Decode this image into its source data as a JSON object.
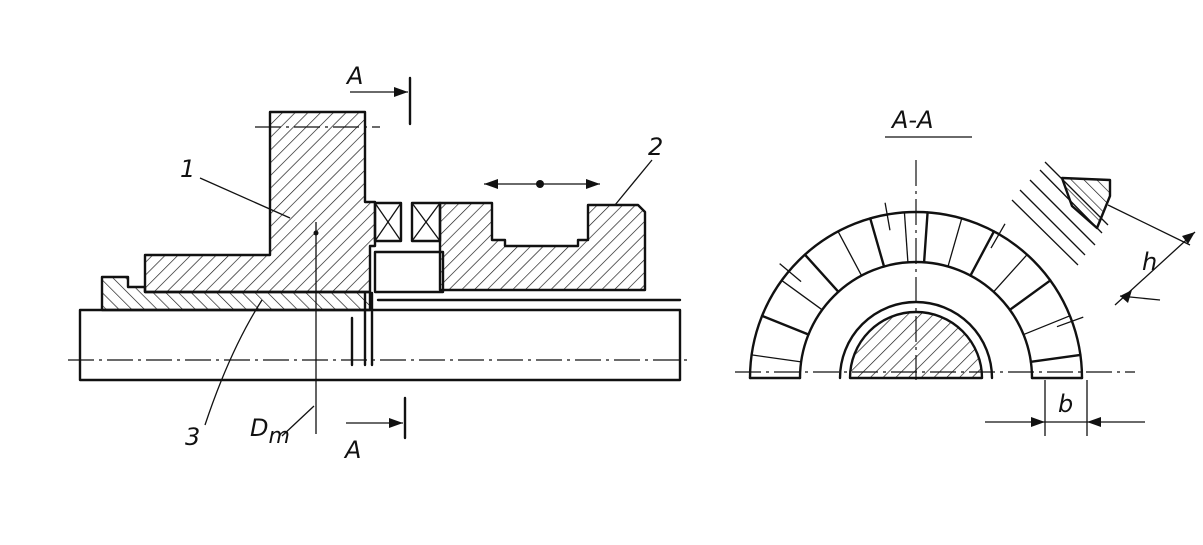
{
  "labels": {
    "section_mark_top": "A",
    "section_mark_bottom": "A",
    "section_title": "A-A",
    "part_1": "1",
    "part_2": "2",
    "part_3": "3",
    "diameter_main": "D",
    "diameter_sub": "m",
    "dim_h": "h",
    "dim_b": "b"
  }
}
